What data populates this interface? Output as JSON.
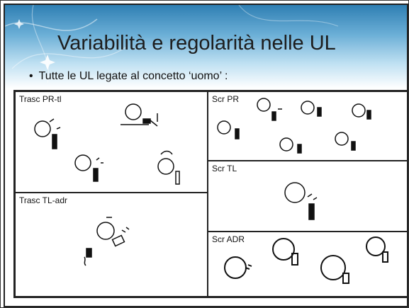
{
  "slide": {
    "title": "Variabilità e regolarità nelle UL",
    "bullet_mark": "•",
    "bullet_text": "Tutte le UL legate al concetto ‘uomo’ :"
  },
  "panels": [
    {
      "id": "trasc-pr-tl",
      "label": "Trasc PR-tl"
    },
    {
      "id": "trasc-tl-adr",
      "label": "Trasc TL-adr"
    },
    {
      "id": "scr-pr",
      "label": "Scr PR"
    },
    {
      "id": "scr-tl",
      "label": "Scr TL"
    },
    {
      "id": "scr-adr",
      "label": "Scr ADR"
    }
  ],
  "colors": {
    "header_top": "#2f7fb3",
    "header_mid": "#6aaed6",
    "ink": "#111111"
  }
}
